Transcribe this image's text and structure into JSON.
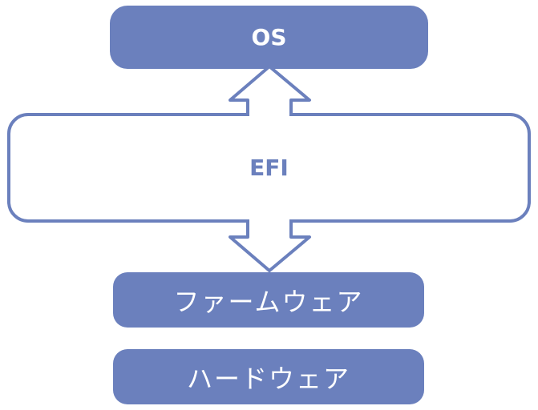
{
  "diagram": {
    "layers": {
      "os": "OS",
      "efi": "EFI",
      "firmware": "ファームウェア",
      "hardware": "ハードウェア"
    },
    "colors": {
      "fill": "#6b80bd",
      "text_on_fill": "#ffffff",
      "background": "#ffffff"
    }
  }
}
